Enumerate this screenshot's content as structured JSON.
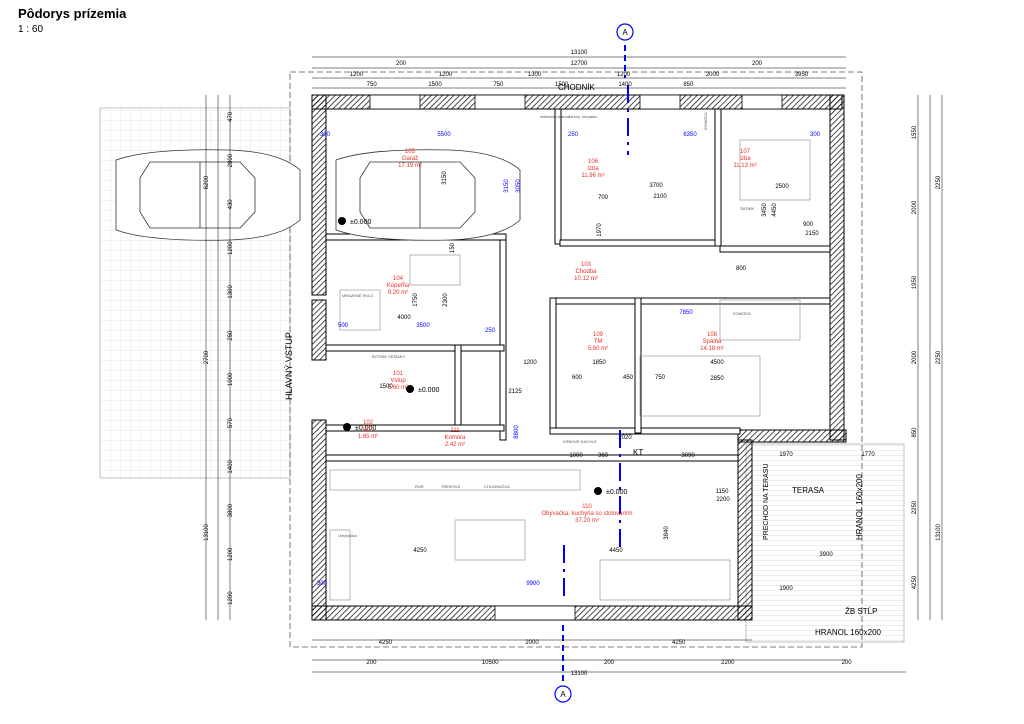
{
  "title": "Pôdorys prízemia",
  "scale": "1 : 60",
  "section_mark": "A",
  "labels": {
    "chodnik": "CHODNÍK",
    "hlavny_vstup": "HLAVNÝ VSTUP",
    "terasa": "TERASA",
    "prechod": "PRECHOD NA TERASU",
    "hranol_v": "HRANOL 160x200",
    "hranol_h": "HRANOL 160x200",
    "zb_stlp": "ŽB STĹP",
    "kt": "KT",
    "mrazene_sklo": "MRAZENÉ SKLO",
    "botnik": "BOTNÍK VEŠIAKY",
    "komoda1": "KOMODA",
    "komoda2": "KOMODA",
    "kr_kachle": "KRBOVÉ KACHLE",
    "umyvacka": "Umývačka",
    "ruk": "RÚR",
    "rikrova": "RÍKROVÁ",
    "chladnicka": "CHLADNIČKA",
    "satnik": "ŠATNÍK",
    "elektro": "elektrická jednotka tep. čerpadlo"
  },
  "rooms": [
    {
      "id": "105",
      "name": "Garáž",
      "area": "17.19 m²"
    },
    {
      "id": "106",
      "name": "Izba",
      "area": "11.96 m²"
    },
    {
      "id": "107",
      "name": "Izba",
      "area": "11.13 m²"
    },
    {
      "id": "104",
      "name": "Kúpeľňa",
      "area": "9.20 m²"
    },
    {
      "id": "103",
      "name": "Chodba",
      "area": "10.12 m²"
    },
    {
      "id": "109",
      "name": "TM",
      "area": "5.60 m²"
    },
    {
      "id": "108",
      "name": "Spálňa",
      "area": "14.18 m²"
    },
    {
      "id": "101",
      "name": "Vstup",
      "area": "5.60 m²"
    },
    {
      "id": "102",
      "name": "WC",
      "area": "1.65 m²"
    },
    {
      "id": "111",
      "name": "Komora",
      "area": "2.42 m²"
    },
    {
      "id": "110",
      "name": "Obývačka, kuchyňa so stolovaním",
      "area": "37.20 m²"
    }
  ],
  "levels": [
    "±0.000",
    "±0.000",
    "±0.000",
    "±0.000"
  ],
  "dims_top_1": [
    "13100"
  ],
  "dims_top_2": [
    "200",
    "12700",
    "200"
  ],
  "dims_top_3": [
    "1200",
    "1200",
    "1300",
    "1200",
    "2000",
    "3950"
  ],
  "dims_top_4": [
    "750",
    "1500",
    "750",
    "1500",
    "1400",
    "850"
  ],
  "dims_bottom_1": [
    "4250",
    "2000",
    "4250"
  ],
  "dims_bottom_2": [
    "200",
    "10500",
    "200",
    "2200",
    "200"
  ],
  "dims_bottom_3": [
    "13100"
  ],
  "dims_left_1": [
    "470",
    "2800",
    "430",
    "1200",
    "1300",
    "250",
    "1000",
    "570",
    "1400",
    "3800",
    "1200",
    "1200"
  ],
  "dims_left_2": [
    "6200",
    "2700",
    "13100"
  ],
  "dims_right_1": [
    "1550",
    "2000",
    "1950",
    "2000",
    "850",
    "2250",
    "4250"
  ],
  "dims_right_2": [
    "2250",
    "2250",
    "13100"
  ],
  "dims_interior": [
    "300",
    "5500",
    "250",
    "6350",
    "300",
    "3150",
    "3700",
    "2100",
    "2500",
    "3450",
    "4450",
    "2150",
    "1500",
    "7850",
    "4000",
    "3500",
    "1850",
    "4500",
    "2850",
    "600",
    "450",
    "750",
    "3090",
    "1000",
    "360",
    "1200",
    "8800",
    "4250",
    "4450",
    "9900",
    "300",
    "1150",
    "2200",
    "3840",
    "1970",
    "1770",
    "3900",
    "1900",
    "700",
    "900",
    "1970",
    "800",
    "150",
    "2020",
    "2125",
    "3150",
    "3050",
    "2300",
    "1750",
    "250",
    "500"
  ],
  "colors": {
    "wall": "#000000",
    "dim_blue": "#0000ff",
    "room_red": "#e8322b",
    "grey": "#777777"
  }
}
